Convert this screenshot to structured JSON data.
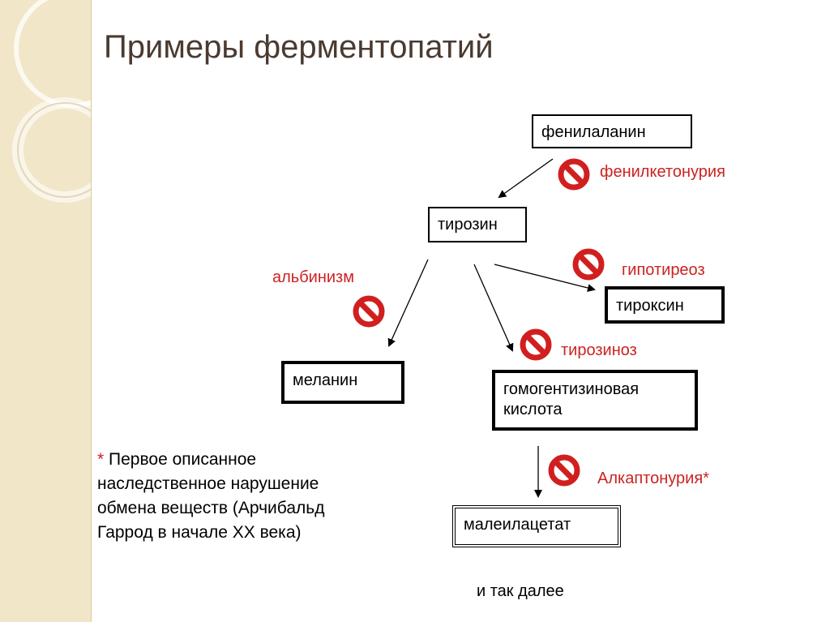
{
  "slide": {
    "title": "Примеры ферментопатий"
  },
  "nodes": {
    "phenylalanine": "фенилаланин",
    "tyrosine": "тирозин",
    "thyroxine": "тироксин",
    "melanin": "меланин",
    "homogentisic_acid": [
      "гомогентизиновая",
      "кислота"
    ],
    "maleylacetate": "малеилацетат"
  },
  "diseases": {
    "phenylketonuria": "фенилкетонурия",
    "hypothyroidism": "гипотиреоз",
    "albinism": "альбинизм",
    "tyrosinosis": "тирозиноз",
    "alkaptonuria": "Алкаптонурия*"
  },
  "footer": {
    "and_so_on": "и так далее"
  },
  "note": {
    "star": "*",
    "lines": [
      "Первое описанное",
      "наследственное нарушение",
      "обмена веществ (Арчибальд",
      "Гаррод в начале XX века)"
    ]
  },
  "icons": {
    "block": "prohibition-sign-icon"
  },
  "colors": {
    "disease_text": "#cc2222",
    "block_sign": "#d11f1f",
    "title_text": "#4a3a30",
    "side_panel": "#f1e6c8"
  }
}
